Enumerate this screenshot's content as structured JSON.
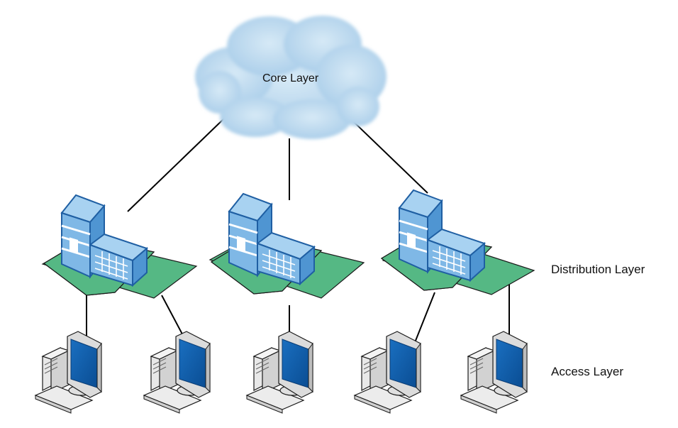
{
  "labels": {
    "core": "Core Layer",
    "distribution": "Distribution Layer",
    "access": "Access Layer"
  },
  "nodes": {
    "core": {
      "label": "Core Layer",
      "icon": "cloud-icon"
    },
    "distribution": [
      {
        "id": "dist-1",
        "icon": "building-icon"
      },
      {
        "id": "dist-2",
        "icon": "building-icon"
      },
      {
        "id": "dist-3",
        "icon": "building-icon"
      }
    ],
    "access": [
      {
        "id": "pc-1",
        "icon": "computer-icon",
        "parent": "dist-1"
      },
      {
        "id": "pc-2",
        "icon": "computer-icon",
        "parent": "dist-1"
      },
      {
        "id": "pc-3",
        "icon": "computer-icon",
        "parent": "dist-2"
      },
      {
        "id": "pc-4",
        "icon": "computer-icon",
        "parent": "dist-3"
      },
      {
        "id": "pc-5",
        "icon": "computer-icon",
        "parent": "dist-3"
      }
    ]
  },
  "edges": [
    [
      "core",
      "dist-1"
    ],
    [
      "core",
      "dist-2"
    ],
    [
      "core",
      "dist-3"
    ],
    [
      "dist-1",
      "pc-1"
    ],
    [
      "dist-1",
      "pc-2"
    ],
    [
      "dist-2",
      "pc-3"
    ],
    [
      "dist-3",
      "pc-4"
    ],
    [
      "dist-3",
      "pc-5"
    ]
  ],
  "colors": {
    "cloud": "#b9d8ee",
    "building_front": "#7fb8e6",
    "building_side": "#4f95d2",
    "building_outline": "#1f5fa3",
    "ground": "#55b884",
    "screen": "#0f5da8",
    "case": "#e6e6e6"
  }
}
